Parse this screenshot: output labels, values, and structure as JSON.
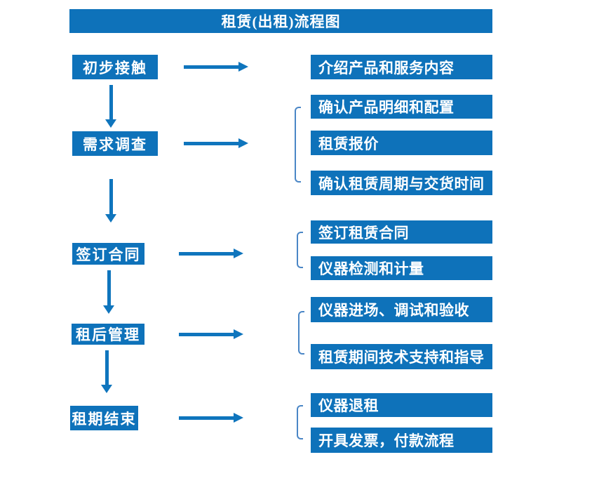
{
  "title": "租赁(出租)流程图",
  "colors": {
    "box_blue": "#0e72ba",
    "arrow_blue": "#0f75bd",
    "bracket_blue": "#4a86c6",
    "text_white": "#ffffff",
    "background": "#ffffff"
  },
  "flow": {
    "stages": [
      {
        "label": "初步接触",
        "details": [
          "介绍产品和服务内容"
        ]
      },
      {
        "label": "需求调查",
        "details": [
          "确认产品明细和配置",
          "租赁报价",
          "确认租赁周期与交货时间"
        ]
      },
      {
        "label": "签订合同",
        "details": [
          "签订租赁合同",
          "仪器检测和计量"
        ]
      },
      {
        "label": "租后管理",
        "details": [
          "仪器进场、调试和验收",
          "租赁期间技术支持和指导"
        ]
      },
      {
        "label": "租期结束",
        "details": [
          "仪器退租",
          "开具发票，付款流程"
        ]
      }
    ]
  }
}
